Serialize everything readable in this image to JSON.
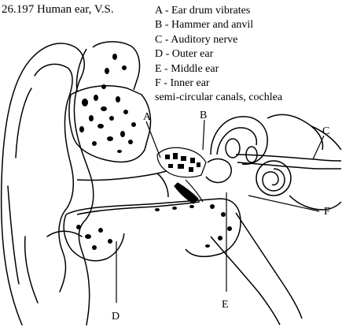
{
  "title": "26.197 Human ear, V.S.",
  "legend": [
    "A - Ear drum vibrates",
    "B - Hammer and anvil",
    "C - Auditory nerve",
    "D - Outer ear",
    "E - Middle ear",
    "F - Inner ear",
    "semi-circular canals, cochlea"
  ],
  "labels": {
    "a": "A",
    "b": "B",
    "c": "C",
    "d": "D",
    "e": "E",
    "f": "F"
  },
  "colors": {
    "ink": "#000000",
    "paper": "#ffffff"
  }
}
